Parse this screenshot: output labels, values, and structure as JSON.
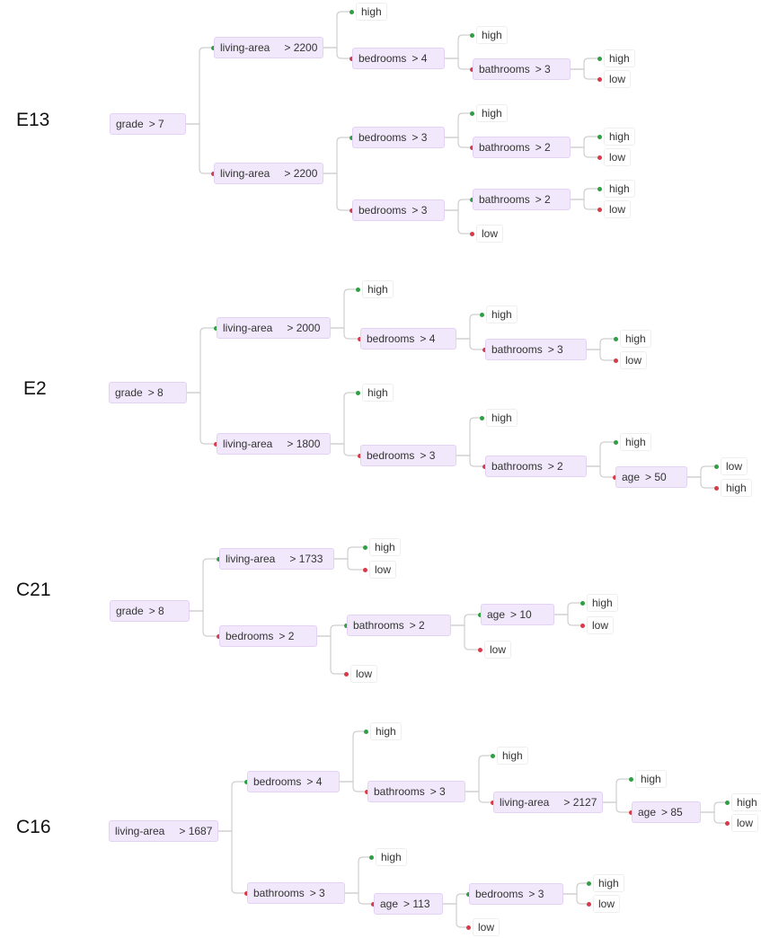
{
  "colors": {
    "yes_dot": "#2ea043",
    "no_dot": "#d73a49",
    "edge": "#cfcfcf",
    "node_fill": "#f2e8fb"
  },
  "trees": [
    {
      "label": "E13",
      "root": {
        "feature": "grade",
        "cond": "> 7",
        "yes": {
          "feature": "living-area",
          "cond": "> 2200",
          "yes": {
            "leaf": "high"
          },
          "no": {
            "feature": "bedrooms",
            "cond": "> 4",
            "yes": {
              "leaf": "high"
            },
            "no": {
              "feature": "bathrooms",
              "cond": "> 3",
              "yes": {
                "leaf": "high"
              },
              "no": {
                "leaf": "low"
              }
            }
          }
        },
        "no": {
          "feature": "living-area",
          "cond": "> 2200",
          "yes": {
            "feature": "bedrooms",
            "cond": "> 3",
            "yes": {
              "leaf": "high"
            },
            "no": {
              "feature": "bathrooms",
              "cond": "> 2",
              "yes": {
                "leaf": "high"
              },
              "no": {
                "leaf": "low"
              }
            }
          },
          "no": {
            "feature": "bedrooms",
            "cond": "> 3",
            "yes": {
              "feature": "bathrooms",
              "cond": "> 2",
              "yes": {
                "leaf": "high"
              },
              "no": {
                "leaf": "low"
              }
            },
            "no": {
              "leaf": "low"
            }
          }
        }
      }
    },
    {
      "label": "E2",
      "root": {
        "feature": "grade",
        "cond": "> 8",
        "yes": {
          "feature": "living-area",
          "cond": "> 2000",
          "yes": {
            "leaf": "high"
          },
          "no": {
            "feature": "bedrooms",
            "cond": "> 4",
            "yes": {
              "leaf": "high"
            },
            "no": {
              "feature": "bathrooms",
              "cond": "> 3",
              "yes": {
                "leaf": "high"
              },
              "no": {
                "leaf": "low"
              }
            }
          }
        },
        "no": {
          "feature": "living-area",
          "cond": "> 1800",
          "yes": {
            "leaf": "high"
          },
          "no": {
            "feature": "bedrooms",
            "cond": "> 3",
            "yes": {
              "leaf": "high"
            },
            "no": {
              "feature": "bathrooms",
              "cond": "> 2",
              "yes": {
                "leaf": "high"
              },
              "no": {
                "feature": "age",
                "cond": "> 50",
                "yes": {
                  "leaf": "low"
                },
                "no": {
                  "leaf": "high"
                }
              }
            }
          }
        }
      }
    },
    {
      "label": "C21",
      "root": {
        "feature": "grade",
        "cond": "> 8",
        "yes": {
          "feature": "living-area",
          "cond": "> 1733",
          "yes": {
            "leaf": "high"
          },
          "no": {
            "leaf": "low"
          }
        },
        "no": {
          "feature": "bedrooms",
          "cond": "> 2",
          "yes": {
            "feature": "bathrooms",
            "cond": "> 2",
            "yes": {
              "feature": "age",
              "cond": "> 10",
              "yes": {
                "leaf": "high"
              },
              "no": {
                "leaf": "low"
              }
            },
            "no": {
              "leaf": "low"
            }
          },
          "no": {
            "leaf": "low"
          }
        }
      }
    },
    {
      "label": "C16",
      "root": {
        "feature": "living-area",
        "cond": "> 1687",
        "yes": {
          "feature": "bedrooms",
          "cond": "> 4",
          "yes": {
            "leaf": "high"
          },
          "no": {
            "feature": "bathrooms",
            "cond": "> 3",
            "yes": {
              "leaf": "high"
            },
            "no": {
              "feature": "living-area",
              "cond": "> 2127",
              "yes": {
                "leaf": "high"
              },
              "no": {
                "feature": "age",
                "cond": "> 85",
                "yes": {
                  "leaf": "high"
                },
                "no": {
                  "leaf": "low"
                }
              }
            }
          }
        },
        "no": {
          "feature": "bathrooms",
          "cond": "> 3",
          "yes": {
            "leaf": "high"
          },
          "no": {
            "feature": "age",
            "cond": "> 113",
            "yes": {
              "feature": "bedrooms",
              "cond": "> 3",
              "yes": {
                "leaf": "high"
              },
              "no": {
                "leaf": "low"
              }
            },
            "no": {
              "leaf": "low"
            }
          }
        }
      }
    }
  ]
}
